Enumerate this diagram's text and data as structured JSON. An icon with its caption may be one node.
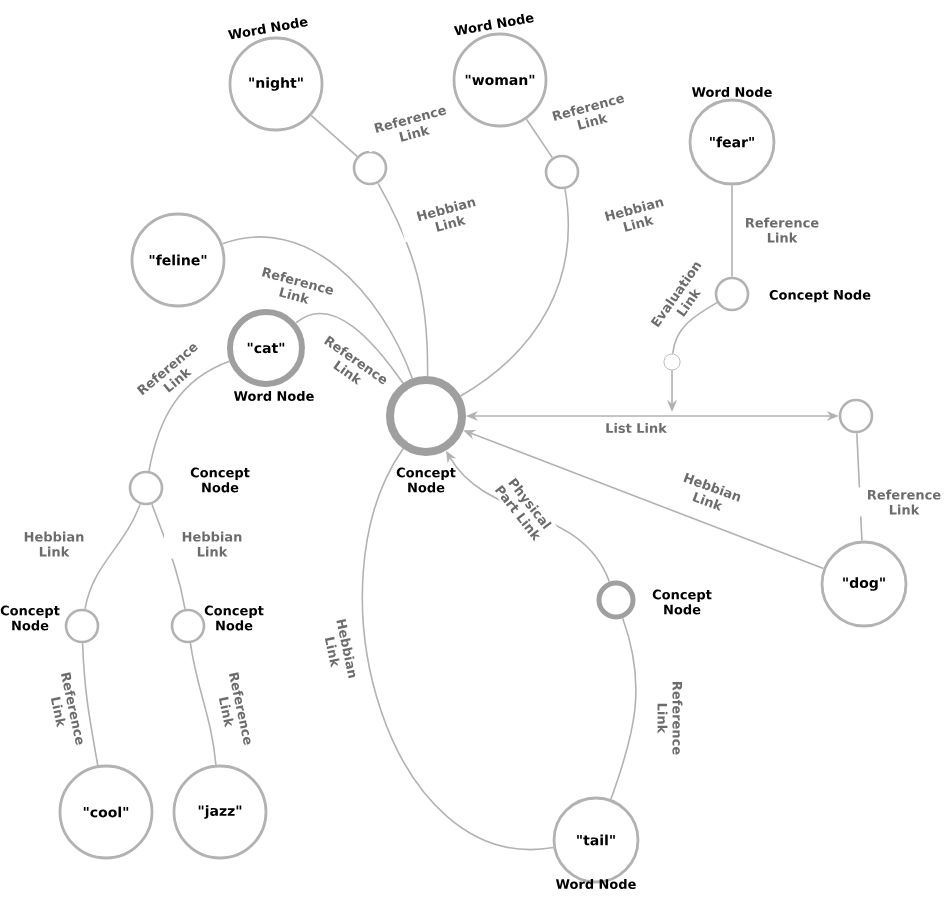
{
  "diagram": {
    "nodes": [
      {
        "text": [],
        "shape": "circle",
        "beside": [
          "Concept Node"
        ]
      },
      {
        "text": [
          "\"night\""
        ],
        "beside": [
          "Word Node"
        ]
      },
      {
        "text": [],
        "shape": "circle"
      },
      {
        "text": [
          "\"woman\""
        ],
        "beside": [
          "Word Node"
        ]
      },
      {
        "text": [],
        "shape": "circle"
      },
      {
        "text": [
          "\"fear\""
        ],
        "beside": [
          "Word Node"
        ]
      },
      {
        "text": [],
        "shape": "circle",
        "beside": [
          "Concept Node"
        ]
      },
      {
        "text": [],
        "shape": "circle"
      },
      {
        "text": [],
        "shape": "circle"
      },
      {
        "text": [
          "\"feline\""
        ]
      },
      {
        "text": [
          "\"cat\""
        ],
        "beside": [
          "Word Node"
        ]
      },
      {
        "text": [],
        "shape": "circle",
        "beside": [
          "Concept Node"
        ]
      },
      {
        "text": [],
        "shape": "circle",
        "beside": [
          "Concept Node"
        ]
      },
      {
        "text": [],
        "shape": "circle",
        "beside": [
          "Concept Node"
        ]
      },
      {
        "text": [
          "\"cool\""
        ]
      },
      {
        "text": [
          "\"jazz\""
        ]
      },
      {
        "text": [
          "\"dog\""
        ]
      },
      {
        "text": [],
        "shape": "circle",
        "beside": [
          "Concept Node"
        ]
      },
      {
        "text": [
          "\"tail\""
        ],
        "beside": [
          "Word Node"
        ]
      }
    ],
    "edges": [
      {
        "from": 1,
        "to": 2,
        "arrow": "none",
        "label": "Reference Link"
      },
      {
        "from": 2,
        "to": 0,
        "arrow": "none",
        "label": "Hebbian Link"
      },
      {
        "from": 3,
        "to": 4,
        "arrow": "none",
        "label": "Reference Link"
      },
      {
        "from": 4,
        "to": 0,
        "arrow": "none",
        "label": "Hebbian Link"
      },
      {
        "from": 5,
        "to": 6,
        "arrow": "none",
        "label": "Reference Link"
      },
      {
        "from": 6,
        "to": 7,
        "arrow": "none",
        "label": "Evaluation Link"
      },
      {
        "from": 7,
        "to": null,
        "arrow": "to"
      },
      {
        "from": 0,
        "to": 8,
        "arrow": "both",
        "label": "List Link"
      },
      {
        "from": 8,
        "to": 16,
        "arrow": "none",
        "label": "Reference Link"
      },
      {
        "from": 16,
        "to": 0,
        "arrow": "to",
        "label": "Hebbian Link"
      },
      {
        "from": 9,
        "to": 0,
        "arrow": "none",
        "label": "Reference Link"
      },
      {
        "from": 10,
        "to": 0,
        "arrow": "none",
        "label": "Reference Link"
      },
      {
        "from": 10,
        "to": 11,
        "arrow": "none",
        "label": "Reference Link"
      },
      {
        "from": 11,
        "to": 12,
        "arrow": "none",
        "label": "Hebbian Link"
      },
      {
        "from": 11,
        "to": 13,
        "arrow": "none",
        "label": "Hebbian Link"
      },
      {
        "from": 12,
        "to": 14,
        "arrow": "none",
        "label": "Reference Link"
      },
      {
        "from": 13,
        "to": 15,
        "arrow": "none",
        "label": "Reference Link"
      },
      {
        "from": 17,
        "to": 0,
        "arrow": "to",
        "label": "Physical Part Link"
      },
      {
        "from": 17,
        "to": 18,
        "arrow": "none",
        "label": "Reference Link"
      },
      {
        "from": 0,
        "to": 18,
        "arrow": "none",
        "label": "Hebbian Link"
      }
    ]
  }
}
